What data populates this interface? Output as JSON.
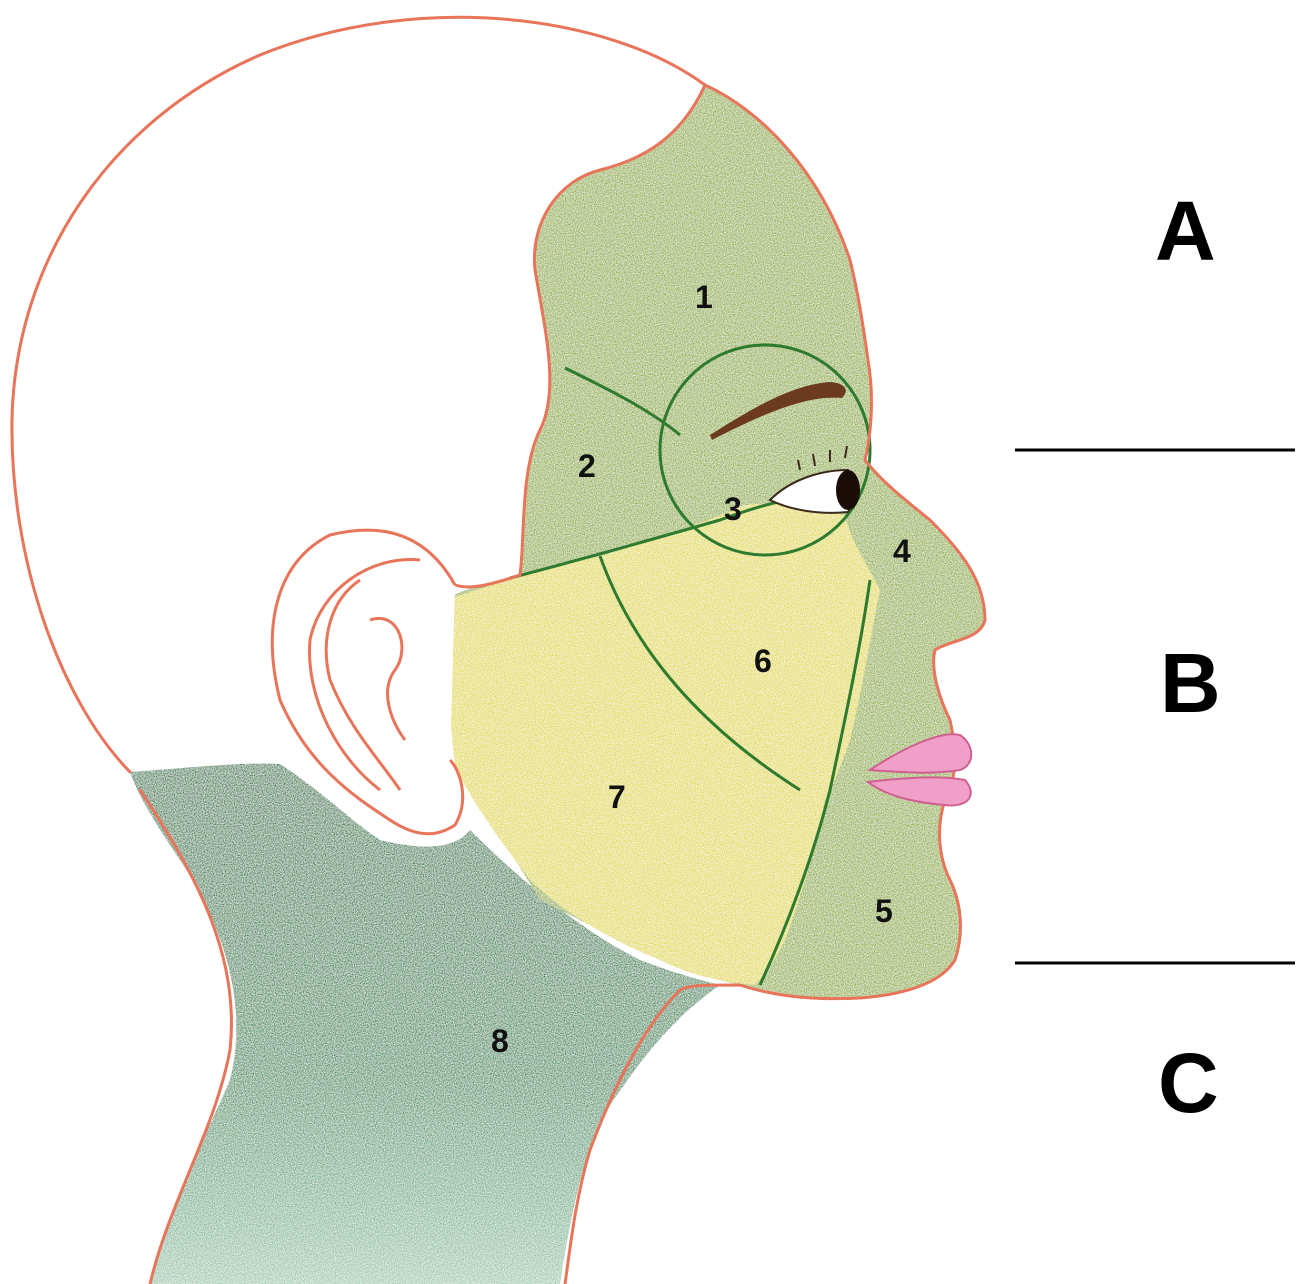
{
  "zones": [
    {
      "id": "A",
      "label": "A"
    },
    {
      "id": "B",
      "label": "B"
    },
    {
      "id": "C",
      "label": "C"
    }
  ],
  "regions": [
    {
      "id": "1",
      "label": "1"
    },
    {
      "id": "2",
      "label": "2"
    },
    {
      "id": "3",
      "label": "3"
    },
    {
      "id": "4",
      "label": "4"
    },
    {
      "id": "5",
      "label": "5"
    },
    {
      "id": "6",
      "label": "6"
    },
    {
      "id": "7",
      "label": "7"
    },
    {
      "id": "8",
      "label": "8"
    }
  ],
  "colors": {
    "light_green": "#8fad2c",
    "yellow": "#e3d93a",
    "dark_green": "#2f8752",
    "skin_outline": "#e8745a",
    "lips": "#e87ab0"
  }
}
